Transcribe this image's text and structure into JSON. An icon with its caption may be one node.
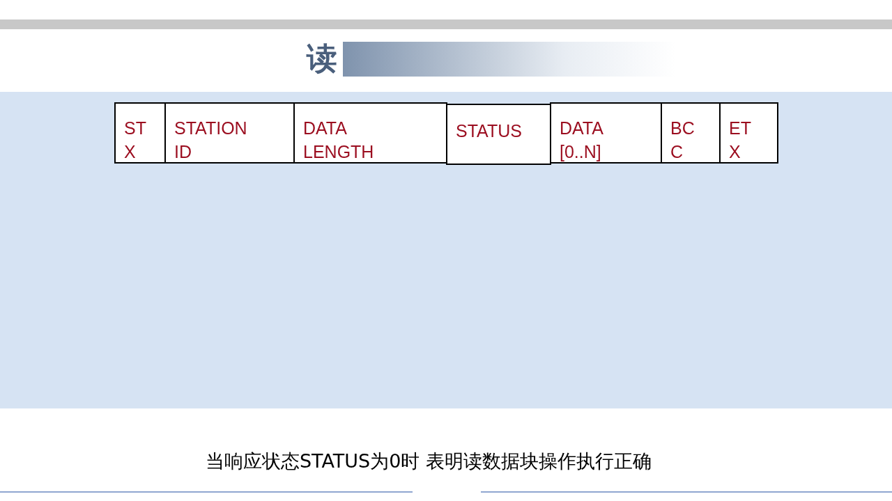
{
  "diagram": {
    "title": "读",
    "nodes": [
      {
        "text": [
          "STX"
        ]
      },
      {
        "text": [
          "STATION ID"
        ]
      },
      {
        "text": [
          "DATA LENGTH"
        ]
      },
      {
        "text": [
          "STATUS"
        ]
      },
      {
        "text": [
          "DATA [0..N]"
        ]
      },
      {
        "text": [
          "BCC"
        ]
      },
      {
        "text": [
          "ETX"
        ]
      }
    ],
    "caption": "当响应状态STATUS为0时 表明读数据块操作执行正确"
  }
}
